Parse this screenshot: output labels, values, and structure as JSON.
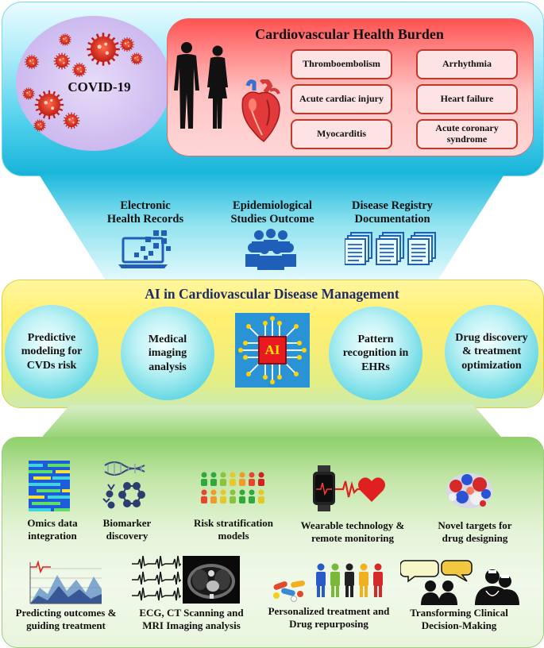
{
  "top": {
    "covid_label": "COVID-19",
    "burden_title": "Cardiovascular Health Burden",
    "conditions_left": [
      "Thromboembolism",
      "Acute cardiac injury",
      "Myocarditis"
    ],
    "conditions_right": [
      "Arrhythmia",
      "Heart failure",
      "Acute coronary syndrome"
    ]
  },
  "sources": [
    {
      "line1": "Electronic",
      "line2": "Health Records",
      "icon": "laptop-icon"
    },
    {
      "line1": "Epidemiological",
      "line2": "Studies Outcome",
      "icon": "people-group-icon"
    },
    {
      "line1": "Disease Registry",
      "line2": "Documentation",
      "icon": "documents-icon"
    }
  ],
  "ai": {
    "title": "AI in Cardiovascular Disease Management",
    "chip_label": "AI",
    "circles": [
      "Predictive modeling for CVDs risk",
      "Medical imaging analysis",
      "Pattern recognition in EHRs",
      "Drug discovery & treatment optimization"
    ]
  },
  "applications": {
    "row1": [
      "Omics data integration",
      "Biomarker discovery",
      "Risk stratification models",
      "Wearable technology & remote monitoring",
      "Novel targets for drug designing"
    ],
    "row2": [
      "Predicting outcomes & guiding treatment",
      "ECG, CT Scanning and MRI Imaging analysis",
      "Personalized treatment and Drug repurposing",
      "Transforming Clinical Decision-Making"
    ]
  },
  "colors": {
    "top_panel": "#4fd0ec",
    "burden_box": "#ff6b6b",
    "condition_border": "#c0392b",
    "ai_panel": "#fff070",
    "ai_title": "#1f2a66",
    "circle": "#63d7e3",
    "bottom_panel": "#c3e6a8",
    "icon_blue": "#1f5fb8"
  }
}
